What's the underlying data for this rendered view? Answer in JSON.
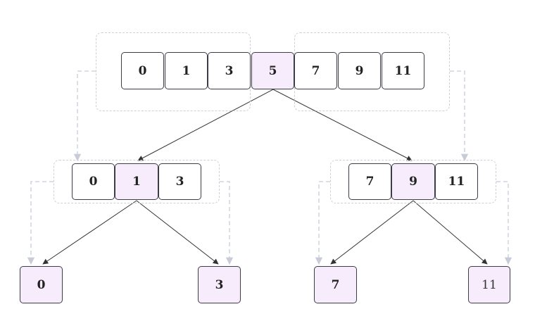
{
  "diagram": {
    "root": {
      "cells": [
        "0",
        "1",
        "3",
        "5",
        "7",
        "9",
        "11"
      ],
      "middle": "5"
    },
    "left_child": {
      "cells": [
        "0",
        "1",
        "3"
      ],
      "middle": "1"
    },
    "right_child": {
      "cells": [
        "7",
        "9",
        "11"
      ],
      "middle": "9"
    },
    "leaves": [
      "0",
      "3",
      "7",
      "11"
    ]
  },
  "colors": {
    "cell_border": "#3d3d48",
    "highlight_fill": "#f6ecfc",
    "dashed_group": "#cfcfd6",
    "dashed_arrow": "#c8ccd8",
    "solid_arrow": "#333333"
  }
}
